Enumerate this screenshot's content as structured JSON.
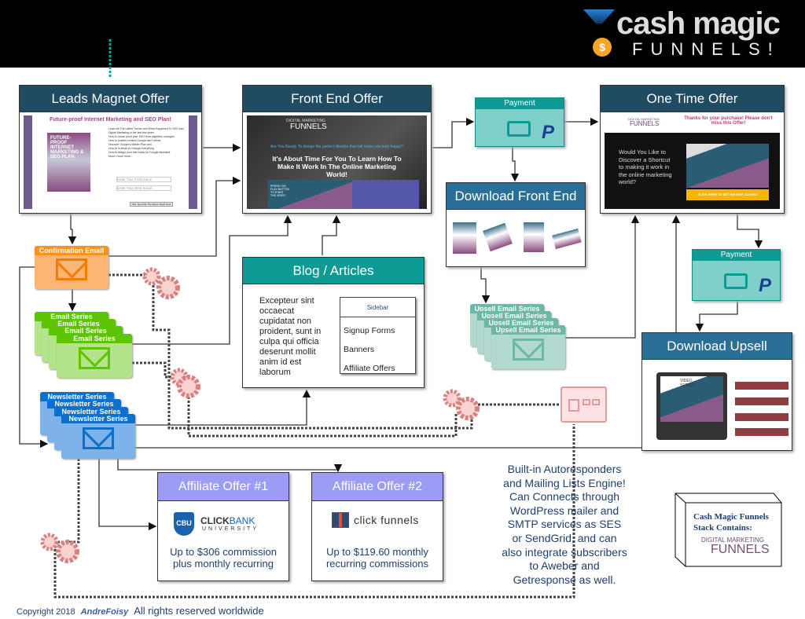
{
  "logo": {
    "line1": "cash magic",
    "line2": "FUNNELS!",
    "coin": "$"
  },
  "leads_magnet": {
    "title": "Leads Magnet Offer",
    "headline": "Future-proof Internet Marketing and SEO Plan!",
    "book": "FUTURE-PROOF INTERNET MARKETING & SEO PLAN",
    "intro": "Learn All The Latest Trends and What Happened To SEO and Digital Marketing in the last few years.",
    "bullets": [
      "How to future proof your SEO from algorithm changes",
      "How to publish content Google can't refuse",
      "Discover Google's Master Plan and",
      "How AI is about to change everything",
      "How to design your site ready for Google Assistant",
      "Much, much more..."
    ],
    "first_name_placeholder": "Enter Your First Name",
    "email_placeholder": "Enter Your Best Email",
    "button": "YES, Send Me The Report Right Now!"
  },
  "front_end": {
    "title": "Front End Offer",
    "brand_small": "DIGITAL MARKETING",
    "brand_big": "FUNNELS",
    "question": "Are You Ready To design the perfect lifestyle that will make you truly happy?",
    "headline": "It's About Time For You To Learn How To Make It Work In The Online Marketing World!",
    "video_hint": "PRESS THE PLAY BUTTON TO START THE VIDEO"
  },
  "payment1": {
    "title": "Payment"
  },
  "download_front_end": {
    "title": "Download Front End"
  },
  "one_time_offer": {
    "title": "One Time Offer",
    "brand_small": "DIGITAL MARKETING",
    "brand_big": "FUNNELS",
    "thanks": "Thanks for your purchase! Please don't miss this Offer!",
    "pitch": "Would You Like to Discover a Shortcut to making it work in the online marketing world?",
    "cta": "CLICK HERE TO GET INSTANT ACCESS"
  },
  "payment2": {
    "title": "Payment"
  },
  "download_upsell": {
    "title": "Download Upsell",
    "video_label": "VIDEO SERIES"
  },
  "blog": {
    "title": "Blog / Articles",
    "body": "Excepteur sint occaecat cupidatat non proident, sunt in culpa qui officia deserunt mollit anim id est laborum",
    "sidebar_title": "Sidebar",
    "sidebar_items": [
      "Signup Forms",
      "Banners",
      "Affiliate Offers"
    ]
  },
  "confirmation_email": {
    "title": "Confirmation Email"
  },
  "email_series": {
    "labels": [
      "Email Series",
      "Email Series",
      "Email Series",
      "Email Series"
    ]
  },
  "newsletter_series": {
    "labels": [
      "Newsletter Series",
      "Newsletter Series",
      "Newsletter Series",
      "Newsletter Series"
    ]
  },
  "upsell_email_series": {
    "labels": [
      "Upsell Email Series",
      "Upsell Email Series",
      "Upsell Email Series",
      "Upsell Email Series"
    ]
  },
  "affiliate1": {
    "title": "Affiliate Offer #1",
    "logo_badge": "CBU",
    "logo_word1": "CLICK",
    "logo_word2": "BANK",
    "logo_sub": "UNIVERSITY",
    "text": "Up to $306 commission plus monthly recurring"
  },
  "affiliate2": {
    "title": "Affiliate Offer #2",
    "logo": "click funnels",
    "text": "Up to $119.60 monthly recurring commissions"
  },
  "autoresponder_note": "Built-in Autoresponders and Mailing Lists Engine! Can Connects through WordPress mailer and SMTP services as SES or SendGrid, and can also integrate subscribers to Aweber and Getresponse as well.",
  "stack": {
    "title": "Cash Magic Funnels Stack Contains:",
    "brand_small": "DIGITAL MARKETING",
    "brand_big": "FUNNELS"
  },
  "footer": {
    "copyright": "Copyright 2018",
    "brand": "AndreFoisy",
    "rights": "All rights reserved worldwide"
  },
  "colors": {
    "panel_header": "#1f4b63",
    "teal": "#0e9a95",
    "download_header": "#2a7096",
    "orange": "#f7931e",
    "green": "#5cc400",
    "blue": "#0b6fd0",
    "upsell_green": "#6cb8a6",
    "affiliate_header": "#9c9cf7",
    "text_blue": "#1f3f6e"
  }
}
